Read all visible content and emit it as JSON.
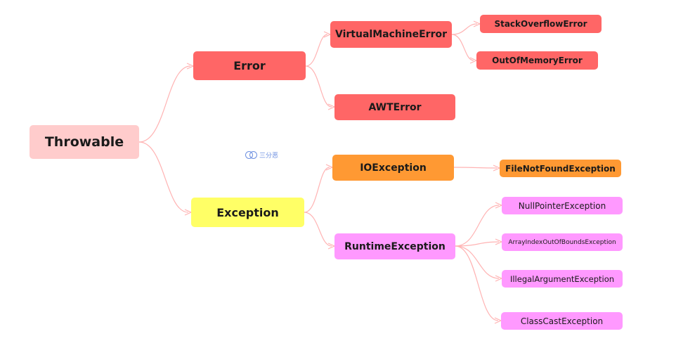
{
  "nodes": {
    "throwable": "Throwable",
    "error": "Error",
    "exception": "Exception",
    "virtual_machine_error": "VirtualMachineError",
    "awt_error": "AWTError",
    "stack_overflow_error": "StackOverflowError",
    "out_of_memory_error": "OutOfMemoryError",
    "io_exception": "IOException",
    "runtime_exception": "RuntimeException",
    "file_not_found_exception": "FileNotFoundException",
    "null_pointer_exception": "NullPointerException",
    "array_index_out_of_bounds_exception": "ArrayIndexOutOfBoundsException",
    "illegal_argument_exception": "IllegalArgumentException",
    "class_cast_exception": "ClassCastException"
  },
  "watermark": {
    "text": "三分恶"
  },
  "colors": {
    "root": "#ffcccc",
    "error": "#ff6666",
    "exception": "#ffff66",
    "io": "#ff9933",
    "runtime": "#ff99ff",
    "connector": "#ffb3b3"
  }
}
